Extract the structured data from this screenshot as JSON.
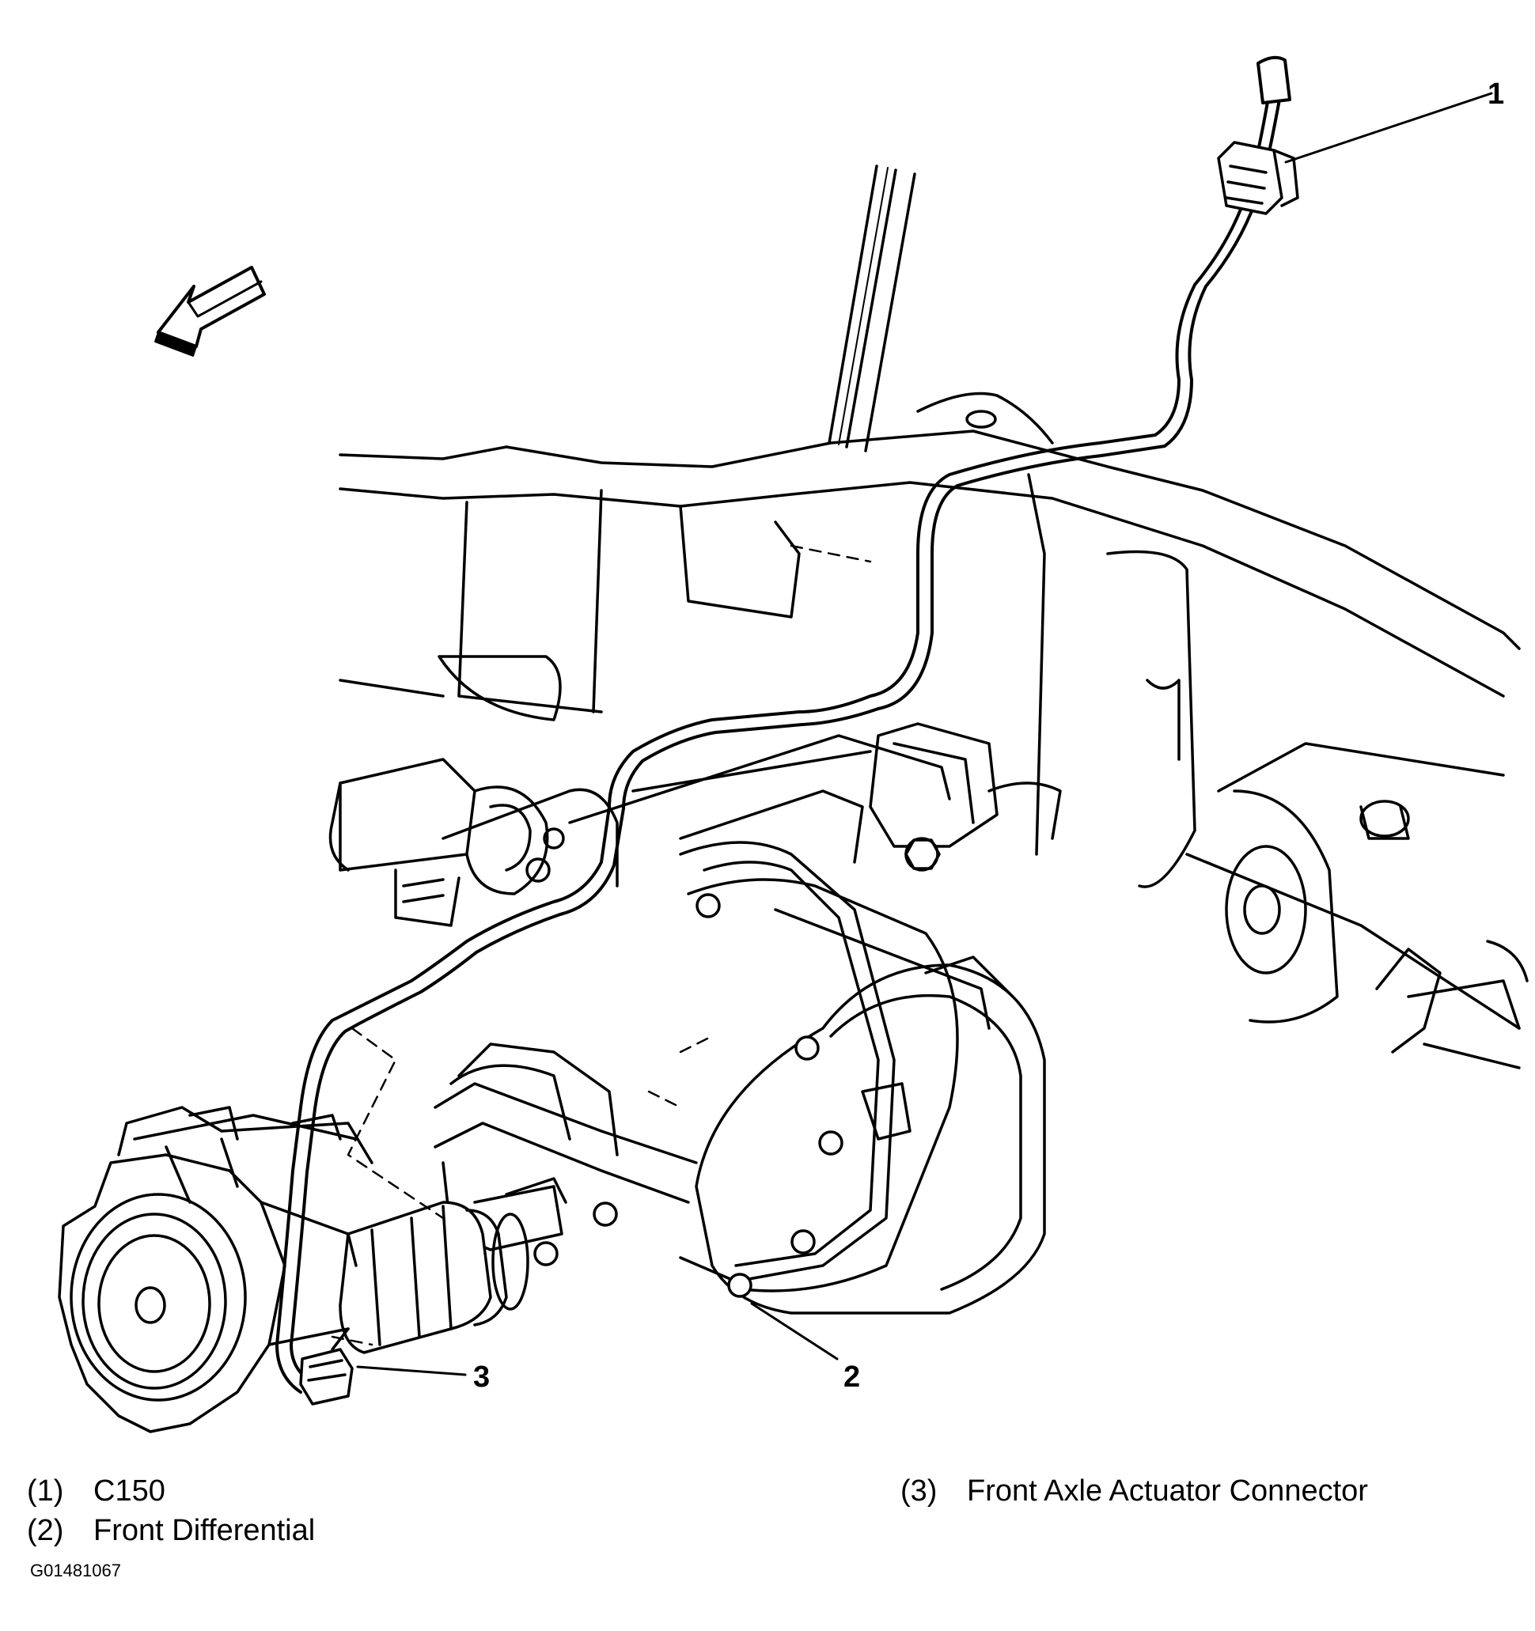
{
  "callouts": [
    {
      "number": "1"
    },
    {
      "number": "2"
    },
    {
      "number": "3"
    }
  ],
  "legend": [
    {
      "number": "(1)",
      "label": "C150"
    },
    {
      "number": "(2)",
      "label": "Front Differential"
    },
    {
      "number": "(3)",
      "label": "Front Axle Actuator Connector"
    }
  ],
  "figure_code": "G01481067",
  "colors": {
    "line": "#000000",
    "background": "#ffffff"
  }
}
